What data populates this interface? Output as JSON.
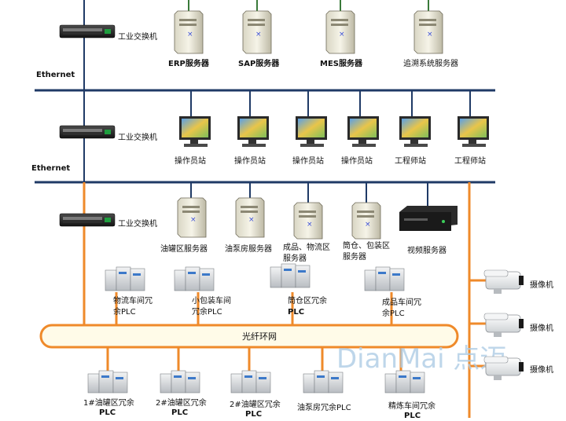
{
  "colors": {
    "ethernet_bus": "#1f3a66",
    "fiber": "#ef8a2a",
    "ring_fill": "#fffbe8",
    "watermark": "#aecde6"
  },
  "networks": {
    "ethernet_label_1": "Ethernet",
    "ethernet_label_2": "Ethernet"
  },
  "switches": [
    {
      "icon": "industrial-switch-icon",
      "label": "工业交换机"
    },
    {
      "icon": "industrial-switch-icon",
      "label": "工业交换机"
    },
    {
      "icon": "industrial-switch-icon",
      "label": "工业交换机"
    }
  ],
  "top_servers": [
    {
      "icon": "server-tower-icon",
      "label": "ERP服务器"
    },
    {
      "icon": "server-tower-icon",
      "label": "SAP服务器"
    },
    {
      "icon": "server-tower-icon",
      "label": "MES服务器"
    },
    {
      "icon": "server-tower-icon",
      "label": "追溯系统服务器"
    }
  ],
  "workstations": [
    {
      "icon": "monitor-workstation-icon",
      "label": "操作员站"
    },
    {
      "icon": "monitor-workstation-icon",
      "label": "操作员站"
    },
    {
      "icon": "monitor-workstation-icon",
      "label": "操作员站"
    },
    {
      "icon": "monitor-workstation-icon",
      "label": "操作员站"
    },
    {
      "icon": "monitor-workstation-icon",
      "label": "工程师站"
    },
    {
      "icon": "monitor-workstation-icon",
      "label": "工程师站"
    }
  ],
  "area_servers": [
    {
      "icon": "server-tower-icon",
      "lines": [
        "油罐区服务器"
      ]
    },
    {
      "icon": "server-tower-icon",
      "lines": [
        "油泵房服务器"
      ]
    },
    {
      "icon": "server-tower-icon",
      "lines": [
        "成品、物流区",
        "服务器"
      ]
    },
    {
      "icon": "server-tower-icon",
      "lines": [
        "筒仓、包装区",
        "服务器"
      ]
    },
    {
      "icon": "video-recorder-icon",
      "lines": [
        "视频服务器"
      ]
    }
  ],
  "upper_plcs": [
    {
      "icon": "plc-module-icon",
      "lines": [
        "物流车间冗",
        "余PLC"
      ]
    },
    {
      "icon": "plc-module-icon",
      "lines": [
        "小包装车间",
        "冗余PLC"
      ]
    },
    {
      "icon": "plc-module-icon",
      "lines": [
        "筒仓区冗余",
        "PLC"
      ]
    },
    {
      "icon": "plc-module-icon",
      "lines": [
        "成品车间冗",
        "余PLC"
      ]
    }
  ],
  "ring": {
    "label": "光纤环网"
  },
  "lower_plcs": [
    {
      "icon": "plc-module-icon",
      "lines": [
        "1#油罐区冗余",
        "PLC"
      ]
    },
    {
      "icon": "plc-module-icon",
      "lines": [
        "2#油罐区冗余",
        "PLC"
      ]
    },
    {
      "icon": "plc-module-icon",
      "lines": [
        "2#油罐区冗余",
        "PLC"
      ]
    },
    {
      "icon": "plc-module-icon",
      "lines": [
        "油泵房冗余PLC"
      ]
    },
    {
      "icon": "plc-module-icon",
      "lines": [
        "精炼车间冗余",
        "PLC"
      ]
    }
  ],
  "cameras": [
    {
      "icon": "bullet-camera-icon",
      "label": "摄像机"
    },
    {
      "icon": "bullet-camera-icon",
      "label": "摄像机"
    },
    {
      "icon": "bullet-camera-icon",
      "label": "摄像机"
    }
  ],
  "watermark": "DianMai 点迈"
}
